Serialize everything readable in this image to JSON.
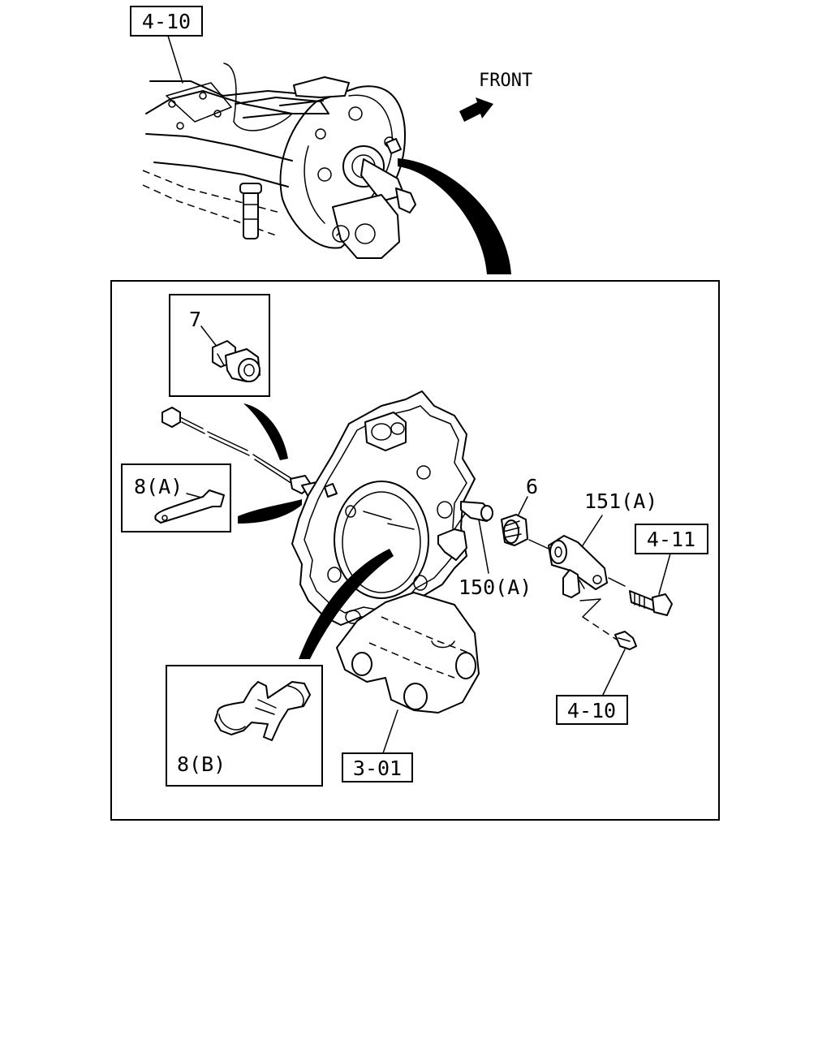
{
  "direction_label": "FRONT",
  "references": {
    "top_axle": "4-10",
    "bracket_bolt": "4-11",
    "lower_bolt": "4-10",
    "backing_plate": "3-01"
  },
  "parts": {
    "sensor_plug": "7",
    "clip_a": "8(A)",
    "clip_b": "8(B)",
    "bushing": "6",
    "sensor_bracket": "151(A)",
    "sensor": "150(A)"
  }
}
